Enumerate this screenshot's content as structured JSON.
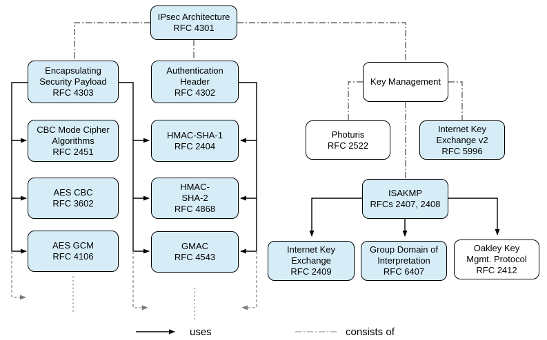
{
  "diagram_title": "IPsec Architecture RFC relationship diagram",
  "nodes": [
    {
      "id": "ipsec-architecture",
      "lines": [
        "IPsec Architecture",
        "RFC 4301"
      ],
      "fill": "blue"
    },
    {
      "id": "esp",
      "lines": [
        "Encapsulating",
        "Security Payload",
        "RFC 4303"
      ],
      "fill": "blue"
    },
    {
      "id": "authentication-header",
      "lines": [
        "Authentication",
        "Header",
        "RFC 4302"
      ],
      "fill": "blue"
    },
    {
      "id": "key-management",
      "lines": [
        "Key Management"
      ],
      "fill": "white"
    },
    {
      "id": "cbc-mode-cipher",
      "lines": [
        "CBC Mode Cipher",
        "Algorithms",
        "RFC 2451"
      ],
      "fill": "blue"
    },
    {
      "id": "hmac-sha-1",
      "lines": [
        "HMAC-SHA-1",
        "RFC 2404"
      ],
      "fill": "blue"
    },
    {
      "id": "photuris",
      "lines": [
        "Photuris",
        "RFC 2522"
      ],
      "fill": "white"
    },
    {
      "id": "ike-v2",
      "lines": [
        "Internet Key",
        "Exchange v2",
        "RFC 5996"
      ],
      "fill": "blue"
    },
    {
      "id": "aes-cbc",
      "lines": [
        "AES CBC",
        "RFC 3602"
      ],
      "fill": "blue"
    },
    {
      "id": "hmac-sha-2",
      "lines": [
        "HMAC-",
        "SHA-2",
        "RFC 4868"
      ],
      "fill": "blue"
    },
    {
      "id": "isakmp",
      "lines": [
        "ISAKMP",
        "RFCs 2407, 2408"
      ],
      "fill": "blue"
    },
    {
      "id": "aes-gcm",
      "lines": [
        "AES GCM",
        "RFC 4106"
      ],
      "fill": "blue"
    },
    {
      "id": "gmac",
      "lines": [
        "GMAC",
        "RFC 4543"
      ],
      "fill": "blue"
    },
    {
      "id": "ike",
      "lines": [
        "Internet Key",
        "Exchange",
        "RFC 2409"
      ],
      "fill": "blue"
    },
    {
      "id": "gdoi",
      "lines": [
        "Group Domain of",
        "Interpretation",
        "RFC 6407"
      ],
      "fill": "blue"
    },
    {
      "id": "oakley",
      "lines": [
        "Oakley Key",
        "Mgmt. Protocol",
        "RFC 2412"
      ],
      "fill": "white"
    }
  ],
  "legend": {
    "uses_label": "uses",
    "consists_of_label": "consists of"
  },
  "colors": {
    "node_blue": "#d6edf8",
    "node_white": "#ffffff",
    "solid_line": "#000000",
    "dashed_gray": "#888888",
    "dotted_gray": "#9a9a9a",
    "dashdot_dark": "#4a4a4a",
    "dashdot_legend": "#999999"
  }
}
